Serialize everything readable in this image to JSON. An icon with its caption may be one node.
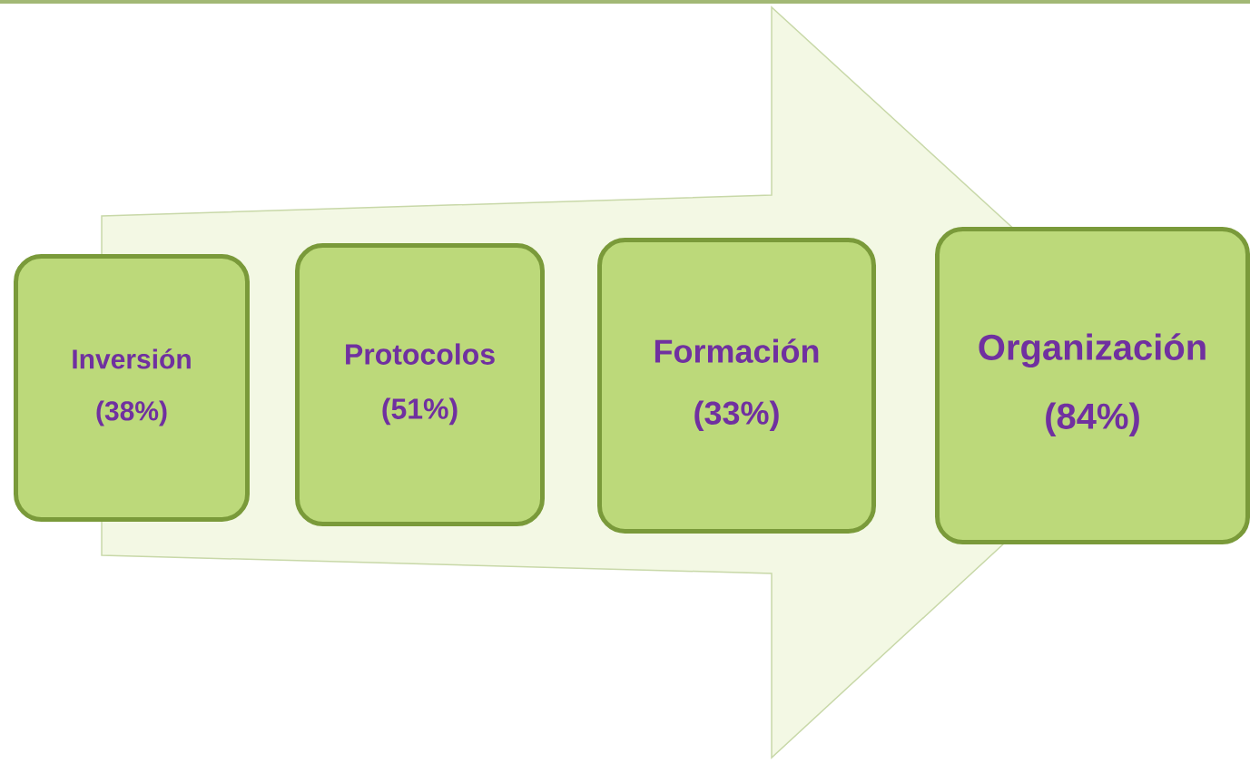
{
  "diagram": {
    "nodes": [
      {
        "text": [
          "Inversión",
          "(38%)"
        ]
      },
      {
        "text": [
          "Protocolos",
          "(51%)"
        ]
      },
      {
        "text": [
          "Formación",
          "(33%)"
        ]
      },
      {
        "text": [
          "Organización",
          "(84%)"
        ]
      }
    ],
    "edges": [
      {
        "from": 0,
        "to": 3,
        "arrow": "to"
      }
    ]
  }
}
